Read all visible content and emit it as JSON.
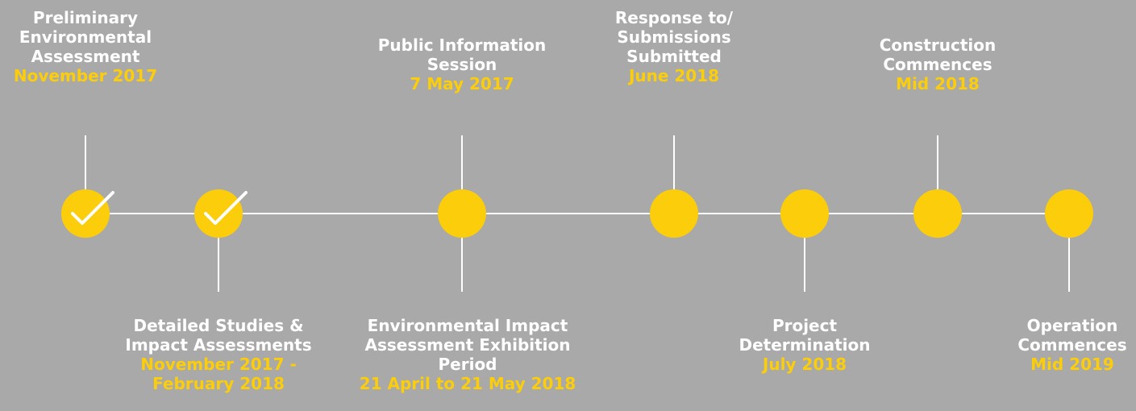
{
  "colors": {
    "background": "#a8a9a8",
    "accent": "#fbcd0b",
    "line": "#ffffff",
    "text": "#ffffff"
  },
  "milestones": [
    {
      "title": [
        "Preliminary",
        "Environmental",
        "Assessment"
      ],
      "date": [
        "November 2017"
      ],
      "completed": true,
      "label_position": "above"
    },
    {
      "title": [
        "Detailed Studies &",
        "Impact Assessments"
      ],
      "date": [
        "November 2017 -",
        "February 2018"
      ],
      "completed": true,
      "label_position": "below"
    },
    {
      "title": [
        "Public Information",
        "Session"
      ],
      "date": [
        "7 May 2017"
      ],
      "completed": false,
      "label_position": "above"
    },
    {
      "title": [
        "Environmental Impact",
        "Assessment Exhibition",
        "Period"
      ],
      "date": [
        "21 April  to 21 May 2018"
      ],
      "completed": false,
      "label_position": "below"
    },
    {
      "title": [
        "Response to/",
        "Submissions",
        "Submitted"
      ],
      "date": [
        "June 2018"
      ],
      "completed": false,
      "label_position": "above"
    },
    {
      "title": [
        "Project",
        "Determination"
      ],
      "date": [
        "July 2018"
      ],
      "completed": false,
      "label_position": "below"
    },
    {
      "title": [
        "Construction",
        "Commences"
      ],
      "date": [
        "Mid 2018"
      ],
      "completed": false,
      "label_position": "above"
    },
    {
      "title": [
        "Operation",
        "Commences"
      ],
      "date": [
        "Mid 2019"
      ],
      "completed": false,
      "label_position": "below"
    }
  ]
}
